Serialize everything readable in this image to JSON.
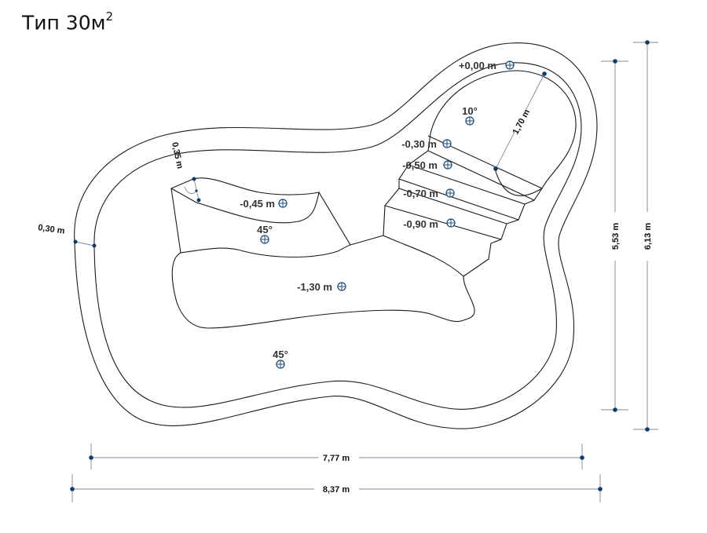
{
  "title": {
    "text": "Тип 30м",
    "sup": "2"
  },
  "depth_markers": [
    {
      "id": "top",
      "label": "+0,00 m"
    },
    {
      "id": "slope-top",
      "label": "10°"
    },
    {
      "id": "step1",
      "label": "-0,30 m"
    },
    {
      "id": "step2",
      "label": "-0,50 m"
    },
    {
      "id": "step3",
      "label": "-0,70 m"
    },
    {
      "id": "step4",
      "label": "-0,90 m"
    },
    {
      "id": "ledge",
      "label": "-0,45 m"
    },
    {
      "id": "ledge-slope",
      "label": "45°"
    },
    {
      "id": "deep",
      "label": "-1,30 m"
    },
    {
      "id": "wall-slope",
      "label": "45°"
    }
  ],
  "dimensions": {
    "inner_width": "7,77 m",
    "outer_width": "8,37 m",
    "inner_height": "5,53 m",
    "outer_height": "6,13 m",
    "rim_width": "0,30 m",
    "ledge_width": "0,35 m",
    "step_length": "1,70 m"
  }
}
